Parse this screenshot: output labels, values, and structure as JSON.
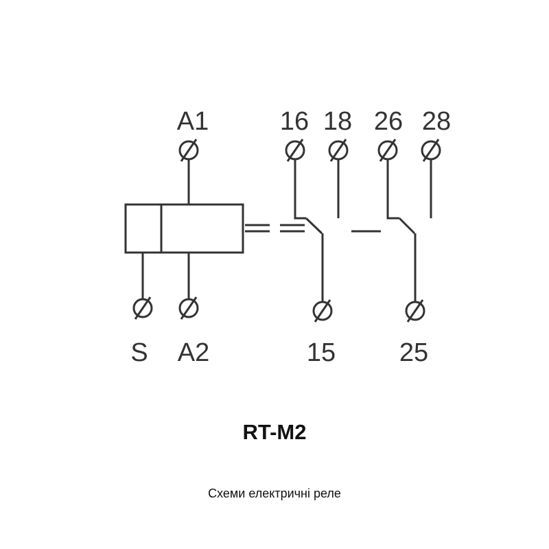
{
  "diagram": {
    "terminals": {
      "a1": "A1",
      "t16": "16",
      "t18": "18",
      "t26": "26",
      "t28": "28",
      "s": "S",
      "a2": "A2",
      "t15": "15",
      "t25": "25"
    },
    "line_color": "#333333"
  },
  "title": "RT-M2",
  "caption": "Схеми електричні реле"
}
